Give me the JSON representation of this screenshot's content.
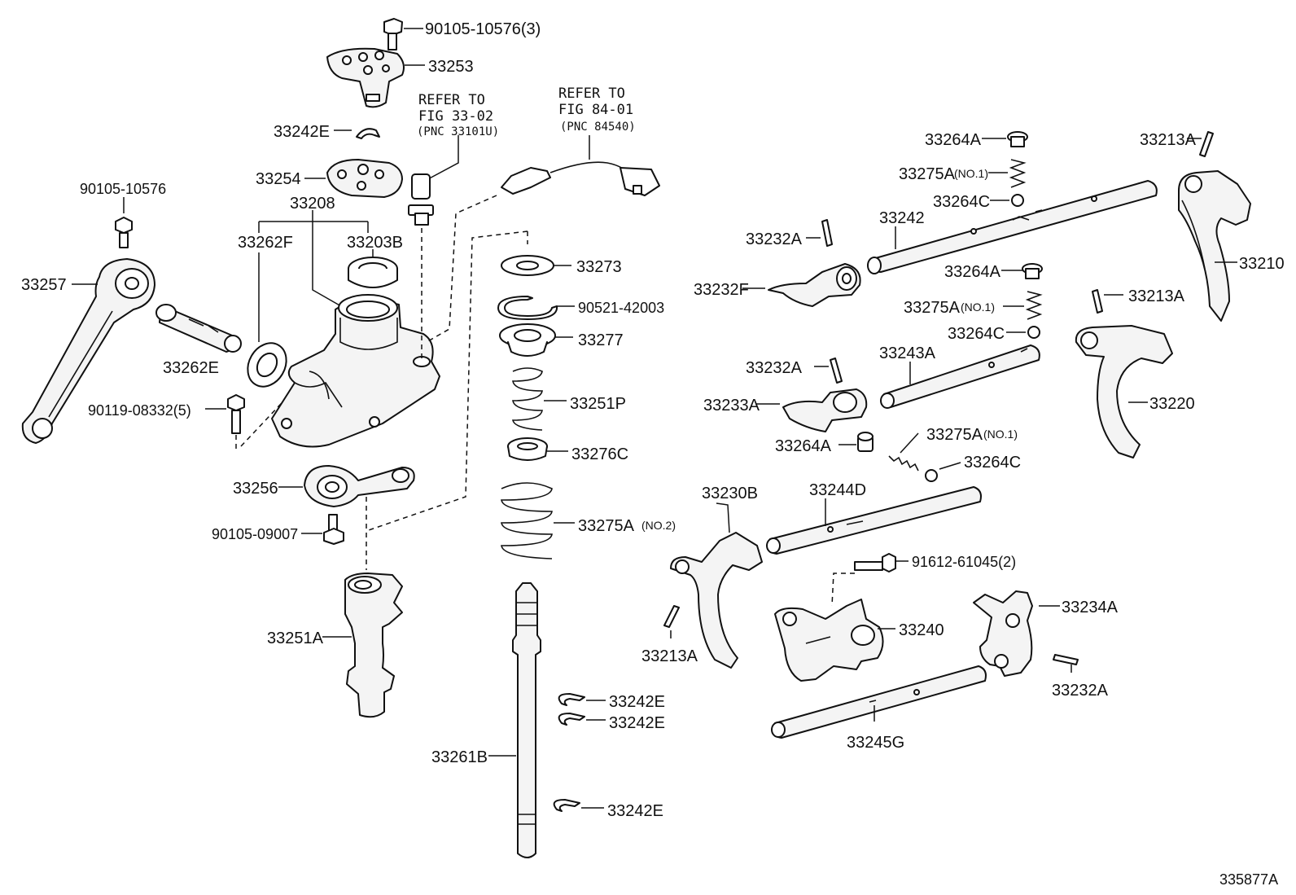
{
  "labels": {
    "p90105_10576_3": "90105-10576(3)",
    "p33253": "33253",
    "p33242E_top": "33242E",
    "p33254": "33254",
    "p33208": "33208",
    "p33262F": "33262F",
    "p33203B": "33203B",
    "p90105_10576": "90105-10576",
    "p33257": "33257",
    "p33262E": "33262E",
    "p90119_08332_5": "90119-08332(5)",
    "p33256": "33256",
    "p90105_09007": "90105-09007",
    "p33251A": "33251A",
    "p33273": "33273",
    "p90521_42003": "90521-42003",
    "p33277": "33277",
    "p33251P": "33251P",
    "p33276C": "33276C",
    "p33275A_no2": "33275A",
    "p33275A_no2_sub": "(NO.2)",
    "p33242E_a": "33242E",
    "p33242E_b": "33242E",
    "p33261B": "33261B",
    "p33242E_c": "33242E",
    "p33264A_1": "33264A",
    "p33275A_1": "33275A",
    "p33275A_1_sub": "(NO.1)",
    "p33264C_1": "33264C",
    "p33213A_1": "33213A",
    "p33242": "33242",
    "p33232A_1": "33232A",
    "p33232F": "33232F",
    "p33210": "33210",
    "p33264A_2": "33264A",
    "p33213A_2": "33213A",
    "p33275A_2": "33275A",
    "p33275A_2_sub": "(NO.1)",
    "p33264C_2": "33264C",
    "p33243A": "33243A",
    "p33232A_2": "33232A",
    "p33220": "33220",
    "p33233A": "33233A",
    "p33275A_3": "33275A",
    "p33275A_3_sub": "(NO.1)",
    "p33264A_3": "33264A",
    "p33264C_3": "33264C",
    "p33230B": "33230B",
    "p33244D": "33244D",
    "p91612_61045_2": "91612-61045(2)",
    "p33234A": "33234A",
    "p33240": "33240",
    "p33213A_3": "33213A",
    "p33232A_3": "33232A",
    "p33245G": "33245G",
    "figure_id": "335877A"
  },
  "references": {
    "ref1_line1": "REFER TO",
    "ref1_line2": "FIG 33-02",
    "ref1_line3": "(PNC 33101U)",
    "ref2_line1": "REFER TO",
    "ref2_line2": "FIG 84-01",
    "ref2_line3": "(PNC 84540)"
  }
}
